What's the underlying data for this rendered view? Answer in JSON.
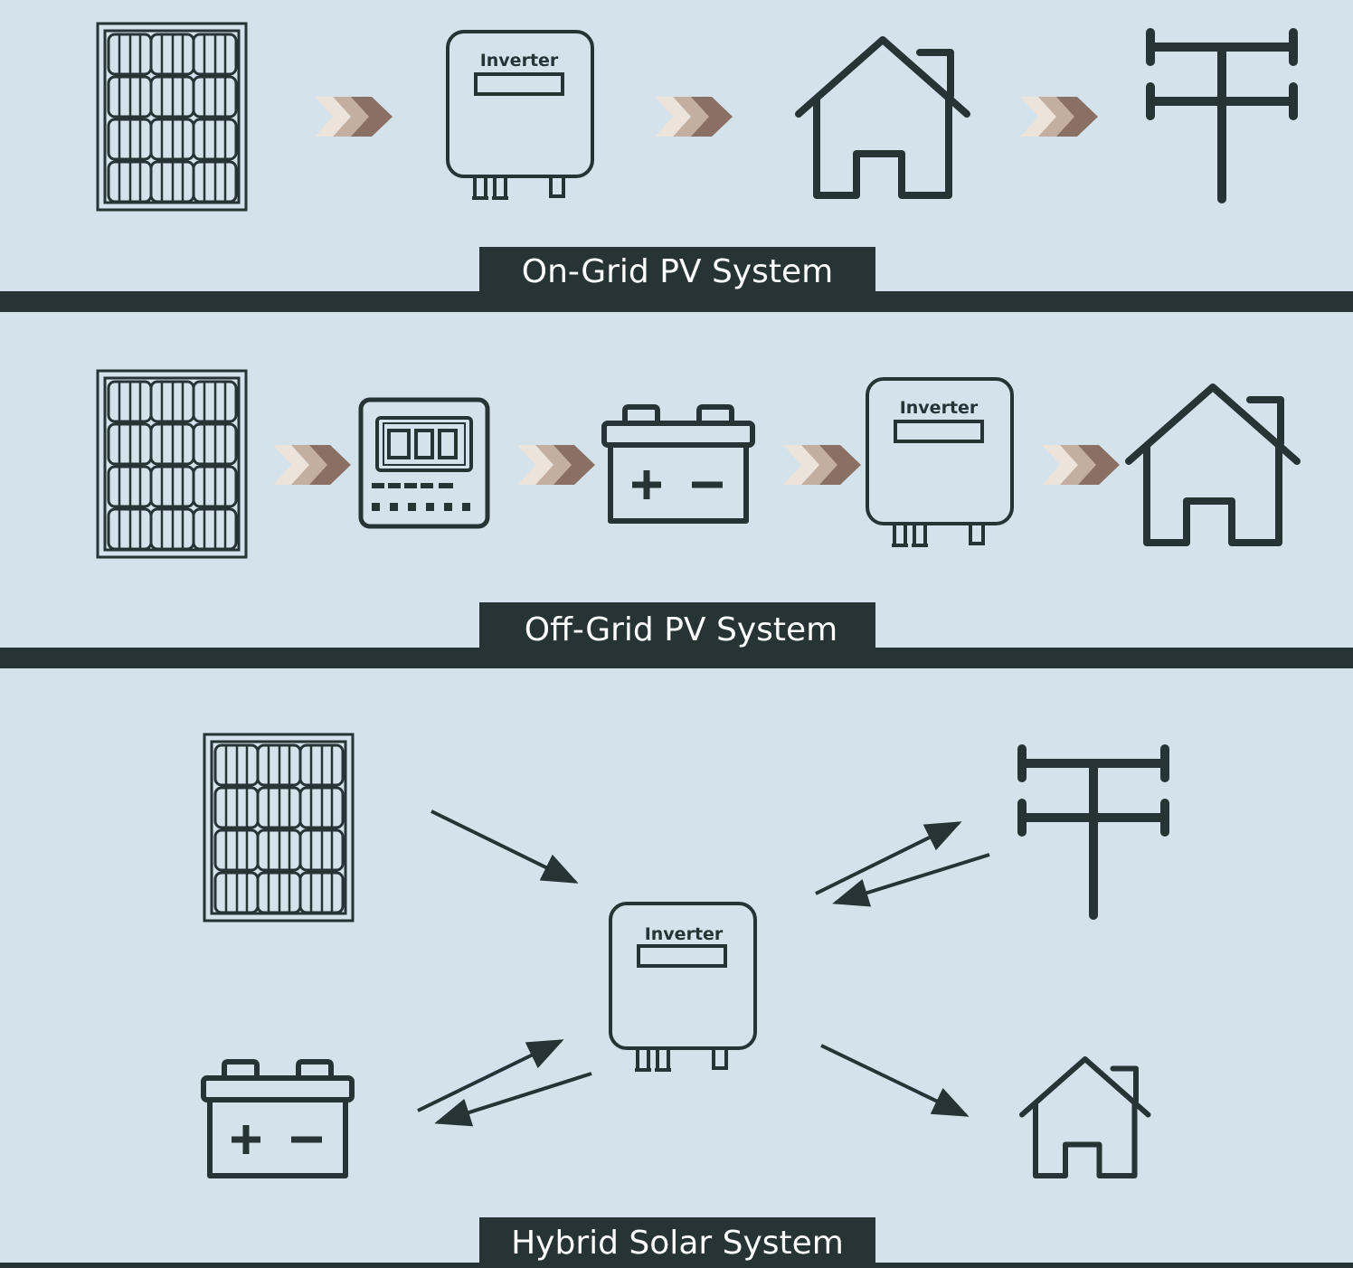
{
  "colors": {
    "background": "#d4e2ec",
    "dark": "#263436",
    "arrow_light": "#ece3da",
    "arrow_mid": "#c3ae9f",
    "arrow_dark": "#8a7064"
  },
  "sections": [
    {
      "label": "On-Grid PV System"
    },
    {
      "label": "Off-Grid PV System"
    },
    {
      "label": "Hybrid Solar System"
    }
  ],
  "inverter_label": "Inverter",
  "icons": [
    "solar-panel-icon",
    "inverter-icon",
    "house-icon",
    "power-pole-icon",
    "charge-controller-icon",
    "battery-icon",
    "flow-chevrons-icon",
    "flow-arrow-icon"
  ]
}
